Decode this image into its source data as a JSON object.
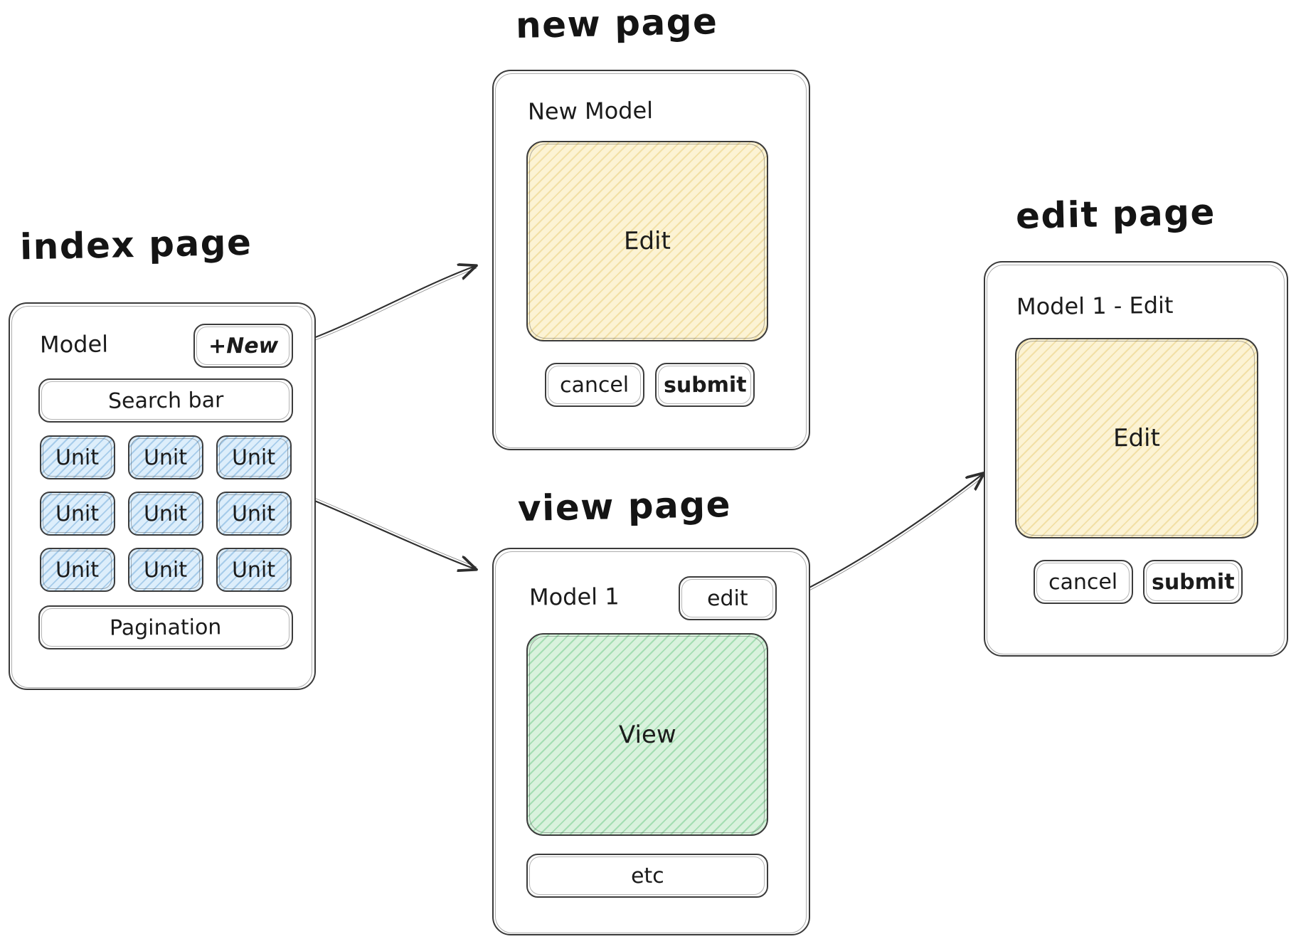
{
  "diagram": {
    "style": "hand-drawn wireframe flow",
    "colors": {
      "stroke": "#3a3a3a",
      "text": "#1b1b1b",
      "unit_fill": "#ddeefb",
      "edit_fill": "#fcf3d4",
      "view_fill": "#d9f2dd",
      "background": "#ffffff"
    }
  },
  "index_page": {
    "title": "index page",
    "model_label": "Model",
    "new_button": "+New",
    "search_bar": "Search bar",
    "units": [
      "Unit",
      "Unit",
      "Unit",
      "Unit",
      "Unit",
      "Unit",
      "Unit",
      "Unit",
      "Unit"
    ],
    "pagination": "Pagination"
  },
  "new_page": {
    "title": "new page",
    "heading": "New Model",
    "edit_area": "Edit",
    "cancel_button": "cancel",
    "submit_button": "submit"
  },
  "view_page": {
    "title": "view page",
    "heading": "Model 1",
    "edit_button": "edit",
    "view_area": "View",
    "etc_bar": "etc"
  },
  "edit_page": {
    "title": "edit page",
    "heading": "Model 1 - Edit",
    "edit_area": "Edit",
    "cancel_button": "cancel",
    "submit_button": "submit"
  },
  "arrows": [
    {
      "name": "index-new-to-new-page",
      "from": "+New",
      "to": "new page"
    },
    {
      "name": "index-unit-to-view-page",
      "from": "Unit",
      "to": "view page"
    },
    {
      "name": "view-edit-to-edit-page",
      "from": "edit",
      "to": "edit page"
    }
  ]
}
